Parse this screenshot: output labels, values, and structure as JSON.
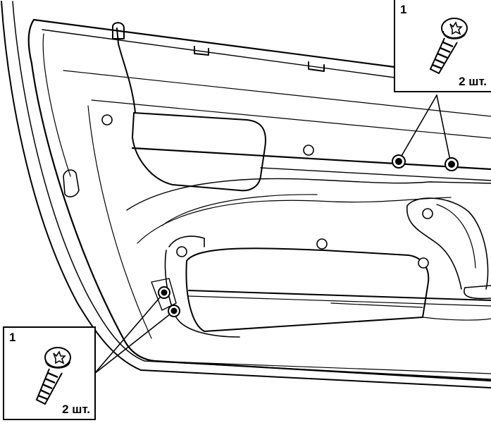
{
  "callouts": [
    {
      "number": "1",
      "quantity": "2 шт."
    },
    {
      "number": "1",
      "quantity": "2 шт."
    }
  ],
  "icons": {
    "screw": "torx-screw-icon"
  },
  "colors": {
    "line": "#000000",
    "background": "#ffffff"
  }
}
